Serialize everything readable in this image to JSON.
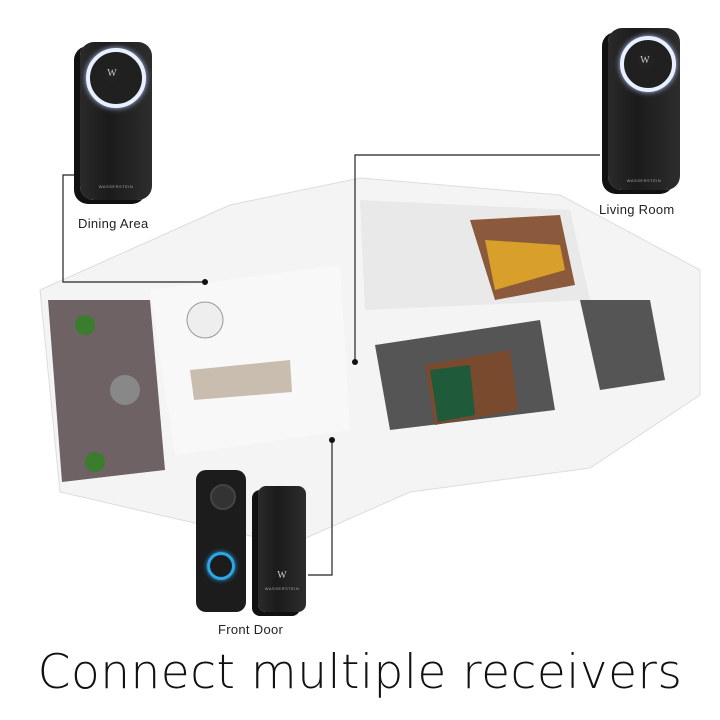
{
  "labels": {
    "dining": "Dining Area",
    "living": "Living Room",
    "front": "Front Door"
  },
  "title": "Connect multiple receivers",
  "brand": "WASSERSTEIN",
  "logo_letter": "W",
  "colors": {
    "device": "#1e1e1e",
    "ring": "#e9f0ff",
    "doorbell_ring": "#2aa7e8",
    "floor": "#f2f2f2",
    "wall": "#ffffff"
  }
}
